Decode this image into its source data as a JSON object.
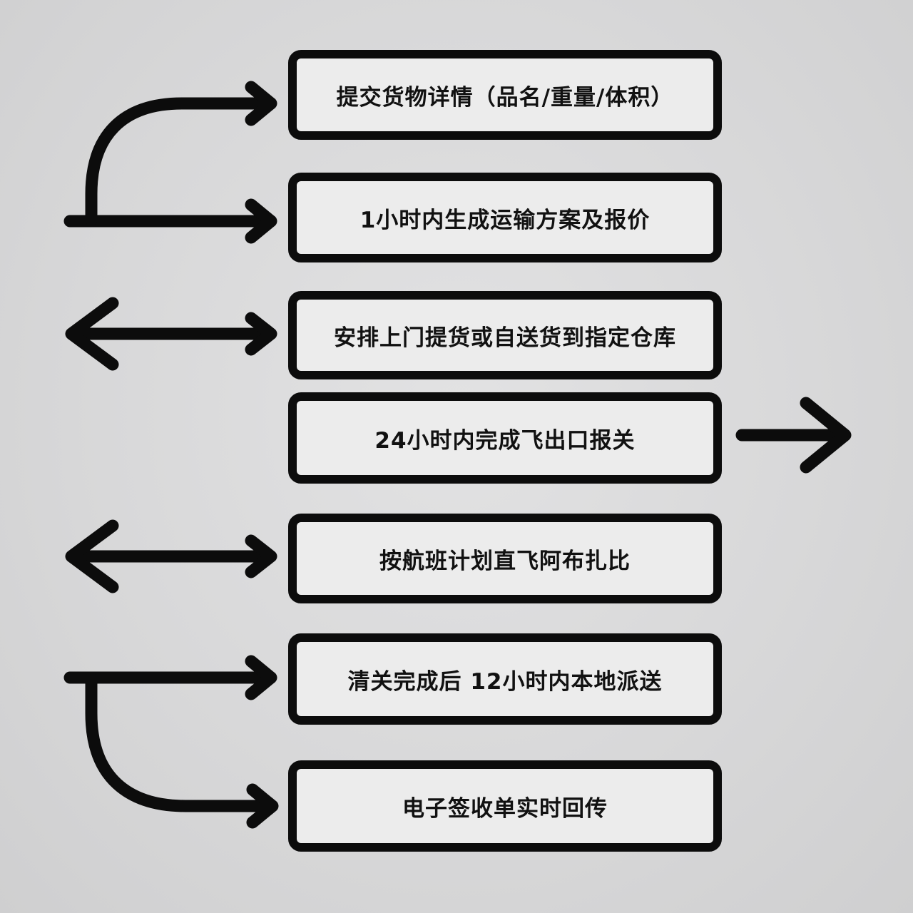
{
  "colors": {
    "background": "#d6d6d7",
    "box_fill": "#ececec",
    "stroke": "#0c0c0c",
    "text": "#111111"
  },
  "steps": [
    {
      "label": "提交货物详情（品名/重量/体积）"
    },
    {
      "label": "1小时内生成运输方案及报价"
    },
    {
      "label": "安排上门提货或自送货到指定仓库"
    },
    {
      "label": "24小时内完成飞出口报关"
    },
    {
      "label": "按航班计划直飞阿布扎比"
    },
    {
      "label": "清关完成后 12小时内本地派送"
    },
    {
      "label": "电子签收单实时回传"
    }
  ]
}
